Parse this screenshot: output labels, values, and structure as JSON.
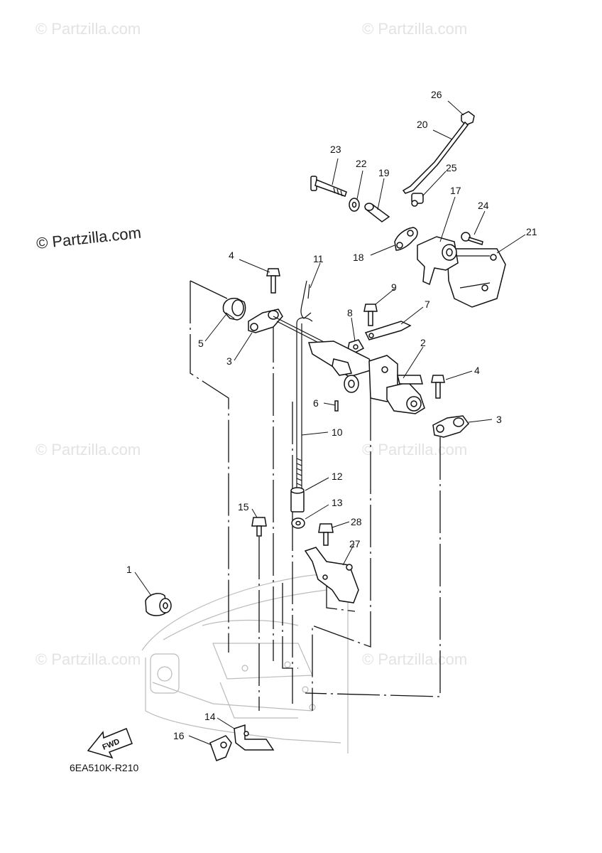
{
  "watermarks": {
    "faint": "© Partzilla.com",
    "main": "© Partzilla.com"
  },
  "diagram_code": "6EA510K-R210",
  "fwd_label": "FWD",
  "callouts": {
    "c1": "1",
    "c2": "2",
    "c3a": "3",
    "c3b": "3",
    "c4a": "4",
    "c4b": "4",
    "c5": "5",
    "c6": "6",
    "c7": "7",
    "c8": "8",
    "c9": "9",
    "c10": "10",
    "c11": "11",
    "c12": "12",
    "c13": "13",
    "c14": "14",
    "c15": "15",
    "c16": "16",
    "c17": "17",
    "c18": "18",
    "c19": "19",
    "c20": "20",
    "c21": "21",
    "c22": "22",
    "c23": "23",
    "c24": "24",
    "c25": "25",
    "c26": "26",
    "c27": "27",
    "c28": "28"
  }
}
